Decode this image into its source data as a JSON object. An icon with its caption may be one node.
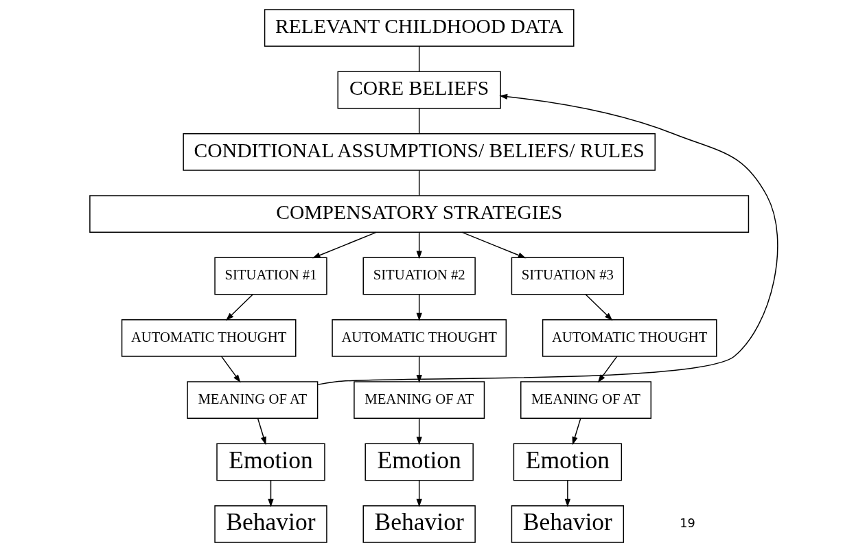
{
  "diagram": {
    "nodes": [
      {
        "text": [
          "RELEVANT CHILDHOOD DATA"
        ]
      },
      {
        "text": [
          "CORE BELIEFS"
        ]
      },
      {
        "text": [
          "CONDITIONAL ASSUMPTIONS/ BELIEFS/ RULES"
        ]
      },
      {
        "text": [
          "COMPENSATORY STRATEGIES"
        ]
      },
      {
        "text": [
          "SITUATION #1"
        ]
      },
      {
        "text": [
          "SITUATION #2"
        ]
      },
      {
        "text": [
          "SITUATION #3"
        ]
      },
      {
        "text": [
          "AUTOMATIC THOUGHT"
        ]
      },
      {
        "text": [
          "AUTOMATIC THOUGHT"
        ]
      },
      {
        "text": [
          "AUTOMATIC THOUGHT"
        ]
      },
      {
        "text": [
          "MEANING OF AT"
        ]
      },
      {
        "text": [
          "MEANING OF AT"
        ]
      },
      {
        "text": [
          "MEANING OF AT"
        ]
      },
      {
        "text": [
          "Emotion"
        ]
      },
      {
        "text": [
          "Emotion"
        ]
      },
      {
        "text": [
          "Emotion"
        ]
      },
      {
        "text": [
          "Behavior"
        ]
      },
      {
        "text": [
          "Behavior"
        ]
      },
      {
        "text": [
          "Behavior"
        ]
      }
    ],
    "edges": [
      {
        "from": 0,
        "to": 1,
        "arrow": "none"
      },
      {
        "from": 1,
        "to": 2,
        "arrow": "none"
      },
      {
        "from": 2,
        "to": 3,
        "arrow": "none"
      },
      {
        "from": 3,
        "to": 4,
        "arrow": "to"
      },
      {
        "from": 3,
        "to": 5,
        "arrow": "to"
      },
      {
        "from": 3,
        "to": 6,
        "arrow": "to"
      },
      {
        "from": 4,
        "to": 7,
        "arrow": "to"
      },
      {
        "from": 5,
        "to": 8,
        "arrow": "to"
      },
      {
        "from": 6,
        "to": 9,
        "arrow": "to"
      },
      {
        "from": 7,
        "to": 10,
        "arrow": "to"
      },
      {
        "from": 8,
        "to": 11,
        "arrow": "to"
      },
      {
        "from": 9,
        "to": 12,
        "arrow": "to"
      },
      {
        "from": 10,
        "to": 13,
        "arrow": "to"
      },
      {
        "from": 11,
        "to": 14,
        "arrow": "to"
      },
      {
        "from": 12,
        "to": 15,
        "arrow": "to"
      },
      {
        "from": 13,
        "to": 16,
        "arrow": "to"
      },
      {
        "from": 14,
        "to": 17,
        "arrow": "to"
      },
      {
        "from": 15,
        "to": 18,
        "arrow": "to"
      },
      {
        "from": 10,
        "to": 1,
        "arrow": "to"
      }
    ],
    "labels": [
      "19"
    ]
  }
}
